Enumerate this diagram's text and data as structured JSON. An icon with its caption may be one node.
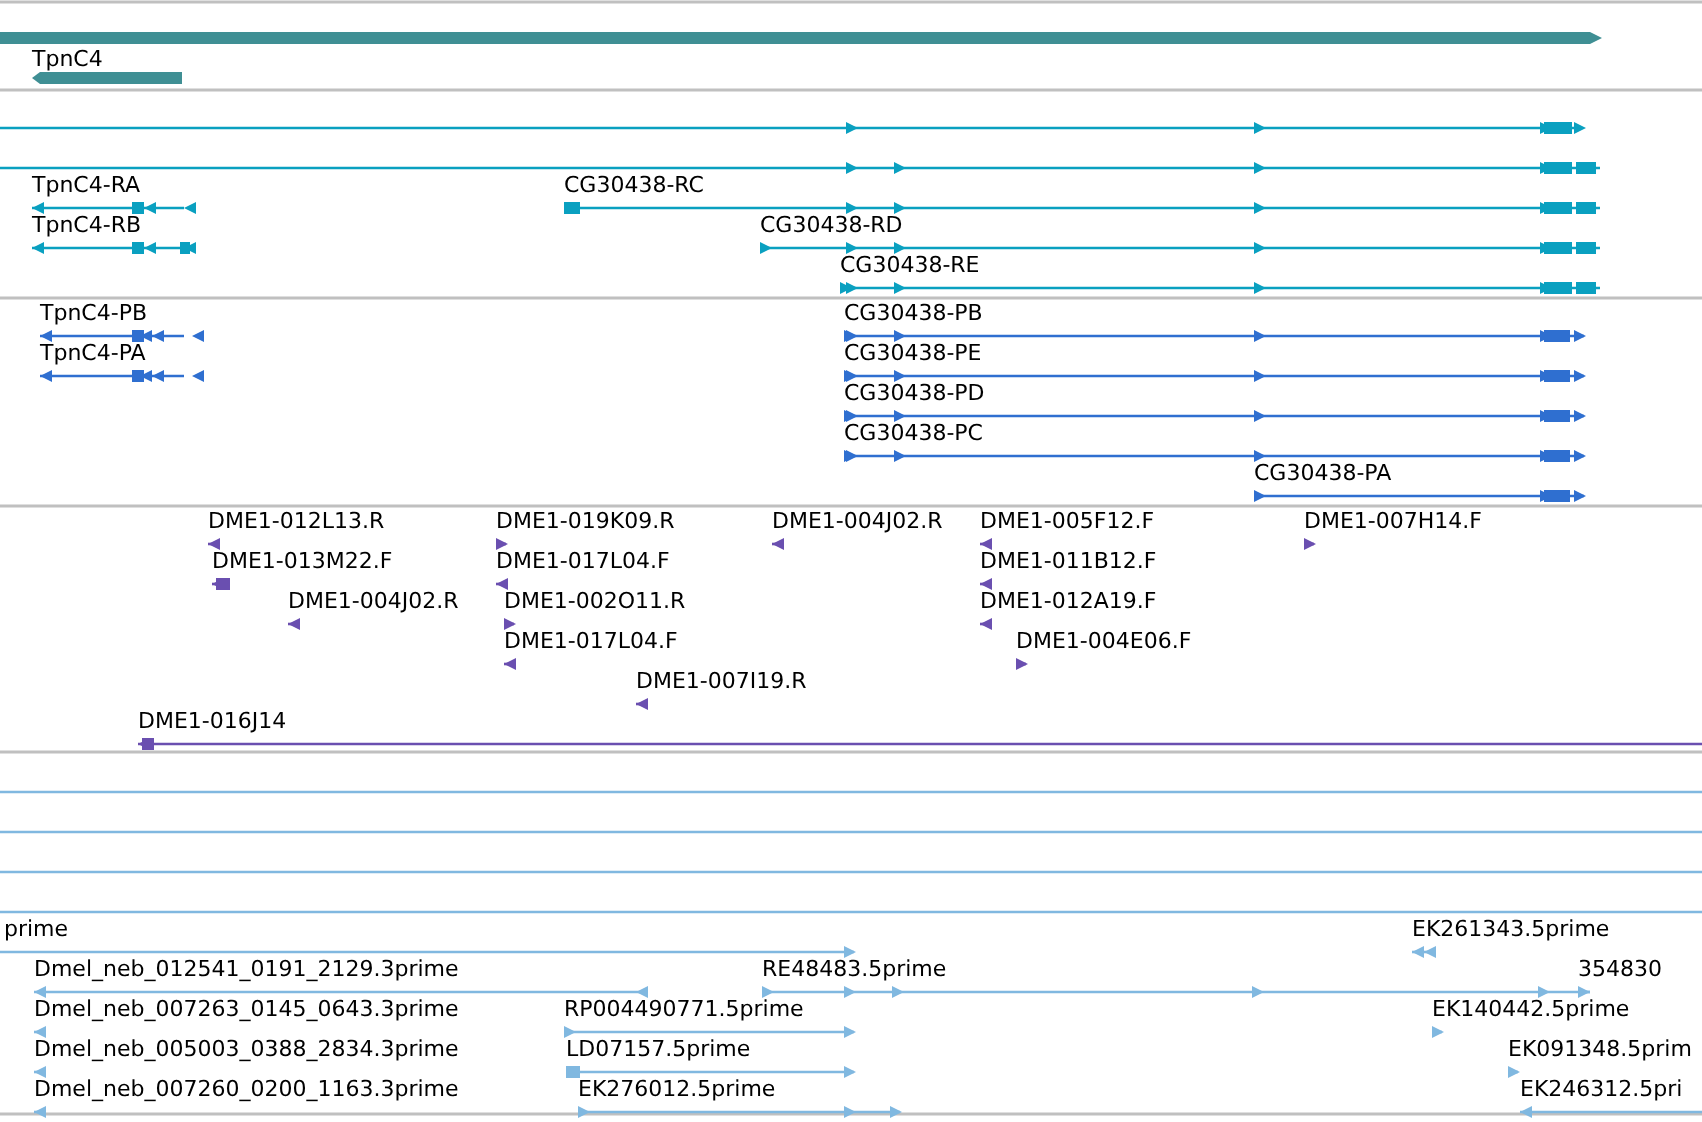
{
  "diagram": {
    "labels": [
      "TpnC4",
      "TpnC4-RA",
      "CG30438-RC",
      "TpnC4-RB",
      "CG30438-RD",
      "CG30438-RE",
      "TpnC4-PB",
      "CG30438-PB",
      "TpnC4-PA",
      "CG30438-PE",
      "CG30438-PD",
      "CG30438-PC",
      "CG30438-PA",
      "DME1-012L13.R",
      "DME1-019K09.R",
      "DME1-004J02.R",
      "DME1-005F12.F",
      "DME1-007H14.F",
      "DME1-013M22.F",
      "DME1-017L04.F",
      "DME1-011B12.F",
      "DME1-004J02.R",
      "DME1-002O11.R",
      "DME1-012A19.F",
      "DME1-017L04.F",
      "DME1-004E06.F",
      "DME1-007I19.R",
      "DME1-016J14",
      "prime",
      "EK261343.5prime",
      "Dmel_neb_012541_0191_2129.3prime",
      "RE48483.5prime",
      "354830",
      "Dmel_neb_007263_0145_0643.3prime",
      "RP004490771.5prime",
      "EK140442.5prime",
      "Dmel_neb_005003_0388_2834.3prime",
      "LD07157.5prime",
      "EK091348.5prim",
      "Dmel_neb_007260_0200_1163.3prime",
      "EK276012.5prime",
      "EK246312.5pri"
    ]
  }
}
